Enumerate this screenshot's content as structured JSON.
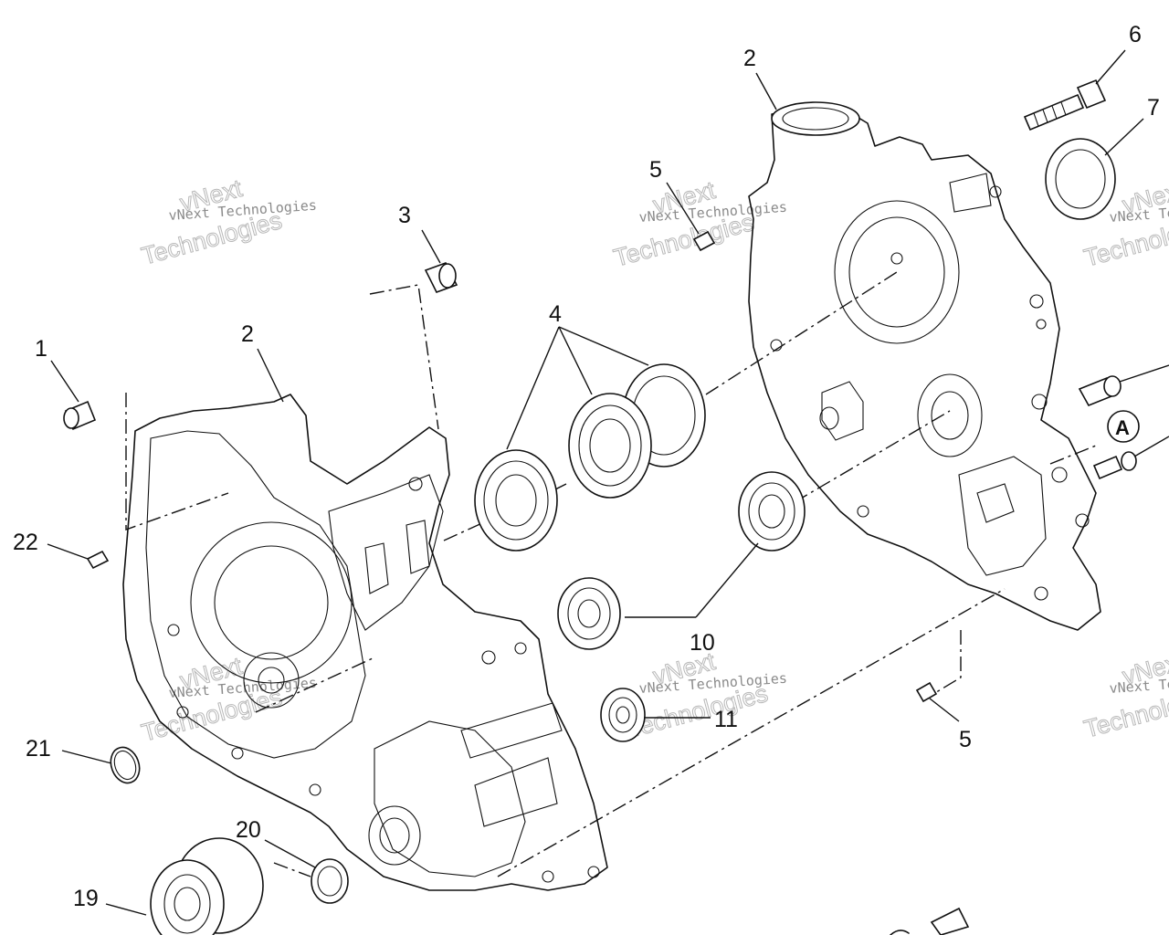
{
  "diagram": {
    "callouts": [
      {
        "id": "c1",
        "label": "1"
      },
      {
        "id": "c2a",
        "label": "2"
      },
      {
        "id": "c2b",
        "label": "2"
      },
      {
        "id": "c3",
        "label": "3"
      },
      {
        "id": "c4",
        "label": "4"
      },
      {
        "id": "c5a",
        "label": "5"
      },
      {
        "id": "c5b",
        "label": "5"
      },
      {
        "id": "c6",
        "label": "6"
      },
      {
        "id": "c7",
        "label": "7"
      },
      {
        "id": "c10",
        "label": "10"
      },
      {
        "id": "c11",
        "label": "11"
      },
      {
        "id": "c19",
        "label": "19"
      },
      {
        "id": "c20",
        "label": "20"
      },
      {
        "id": "c21",
        "label": "21"
      },
      {
        "id": "c22",
        "label": "22"
      },
      {
        "id": "cA",
        "label": "A"
      }
    ],
    "watermark": {
      "line1": "vNext Technologies",
      "line2": "vNext",
      "line3": "Technologies"
    }
  }
}
